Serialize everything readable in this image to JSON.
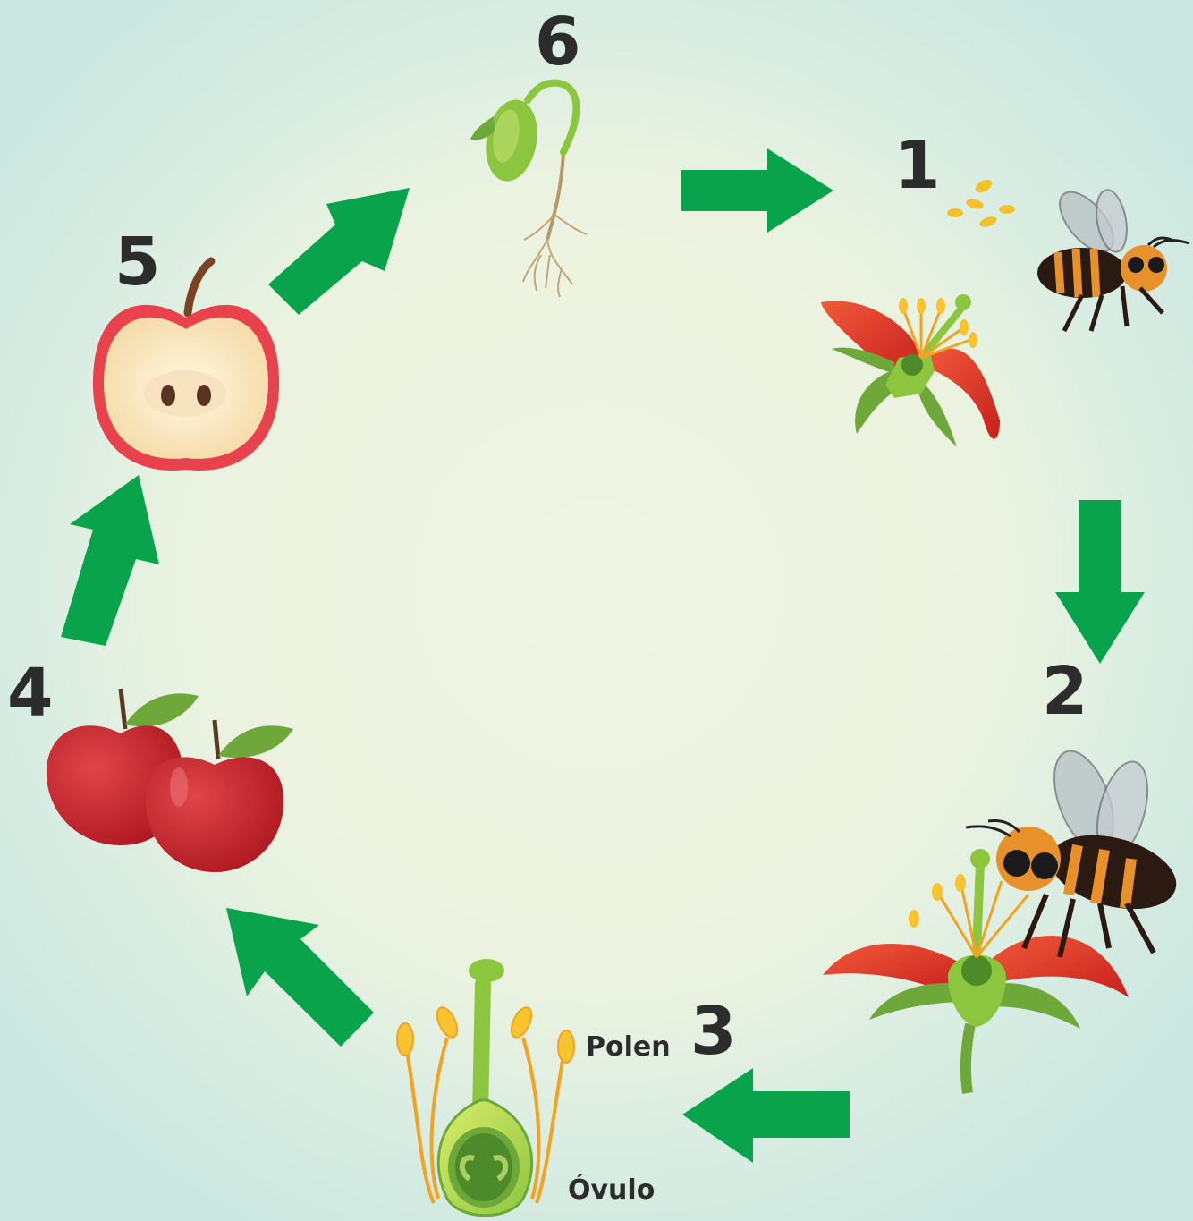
{
  "diagram": {
    "steps": [
      "1",
      "2",
      "3",
      "4",
      "5",
      "6"
    ],
    "labels": {
      "pollen": "Polen",
      "ovule": "Óvulo"
    },
    "colors": {
      "arrow": "#08a34b",
      "text": "#2c2c2c",
      "apple": "#c11f26",
      "leaf": "#6fa83a",
      "petal": "#e03b2a",
      "stem": "#8cc63f"
    },
    "icons": [
      "seedling-icon",
      "pollen-icon",
      "bee-icon",
      "flower-icon",
      "bee-on-flower-icon",
      "pistil-icon",
      "apples-icon",
      "apple-half-icon"
    ]
  }
}
